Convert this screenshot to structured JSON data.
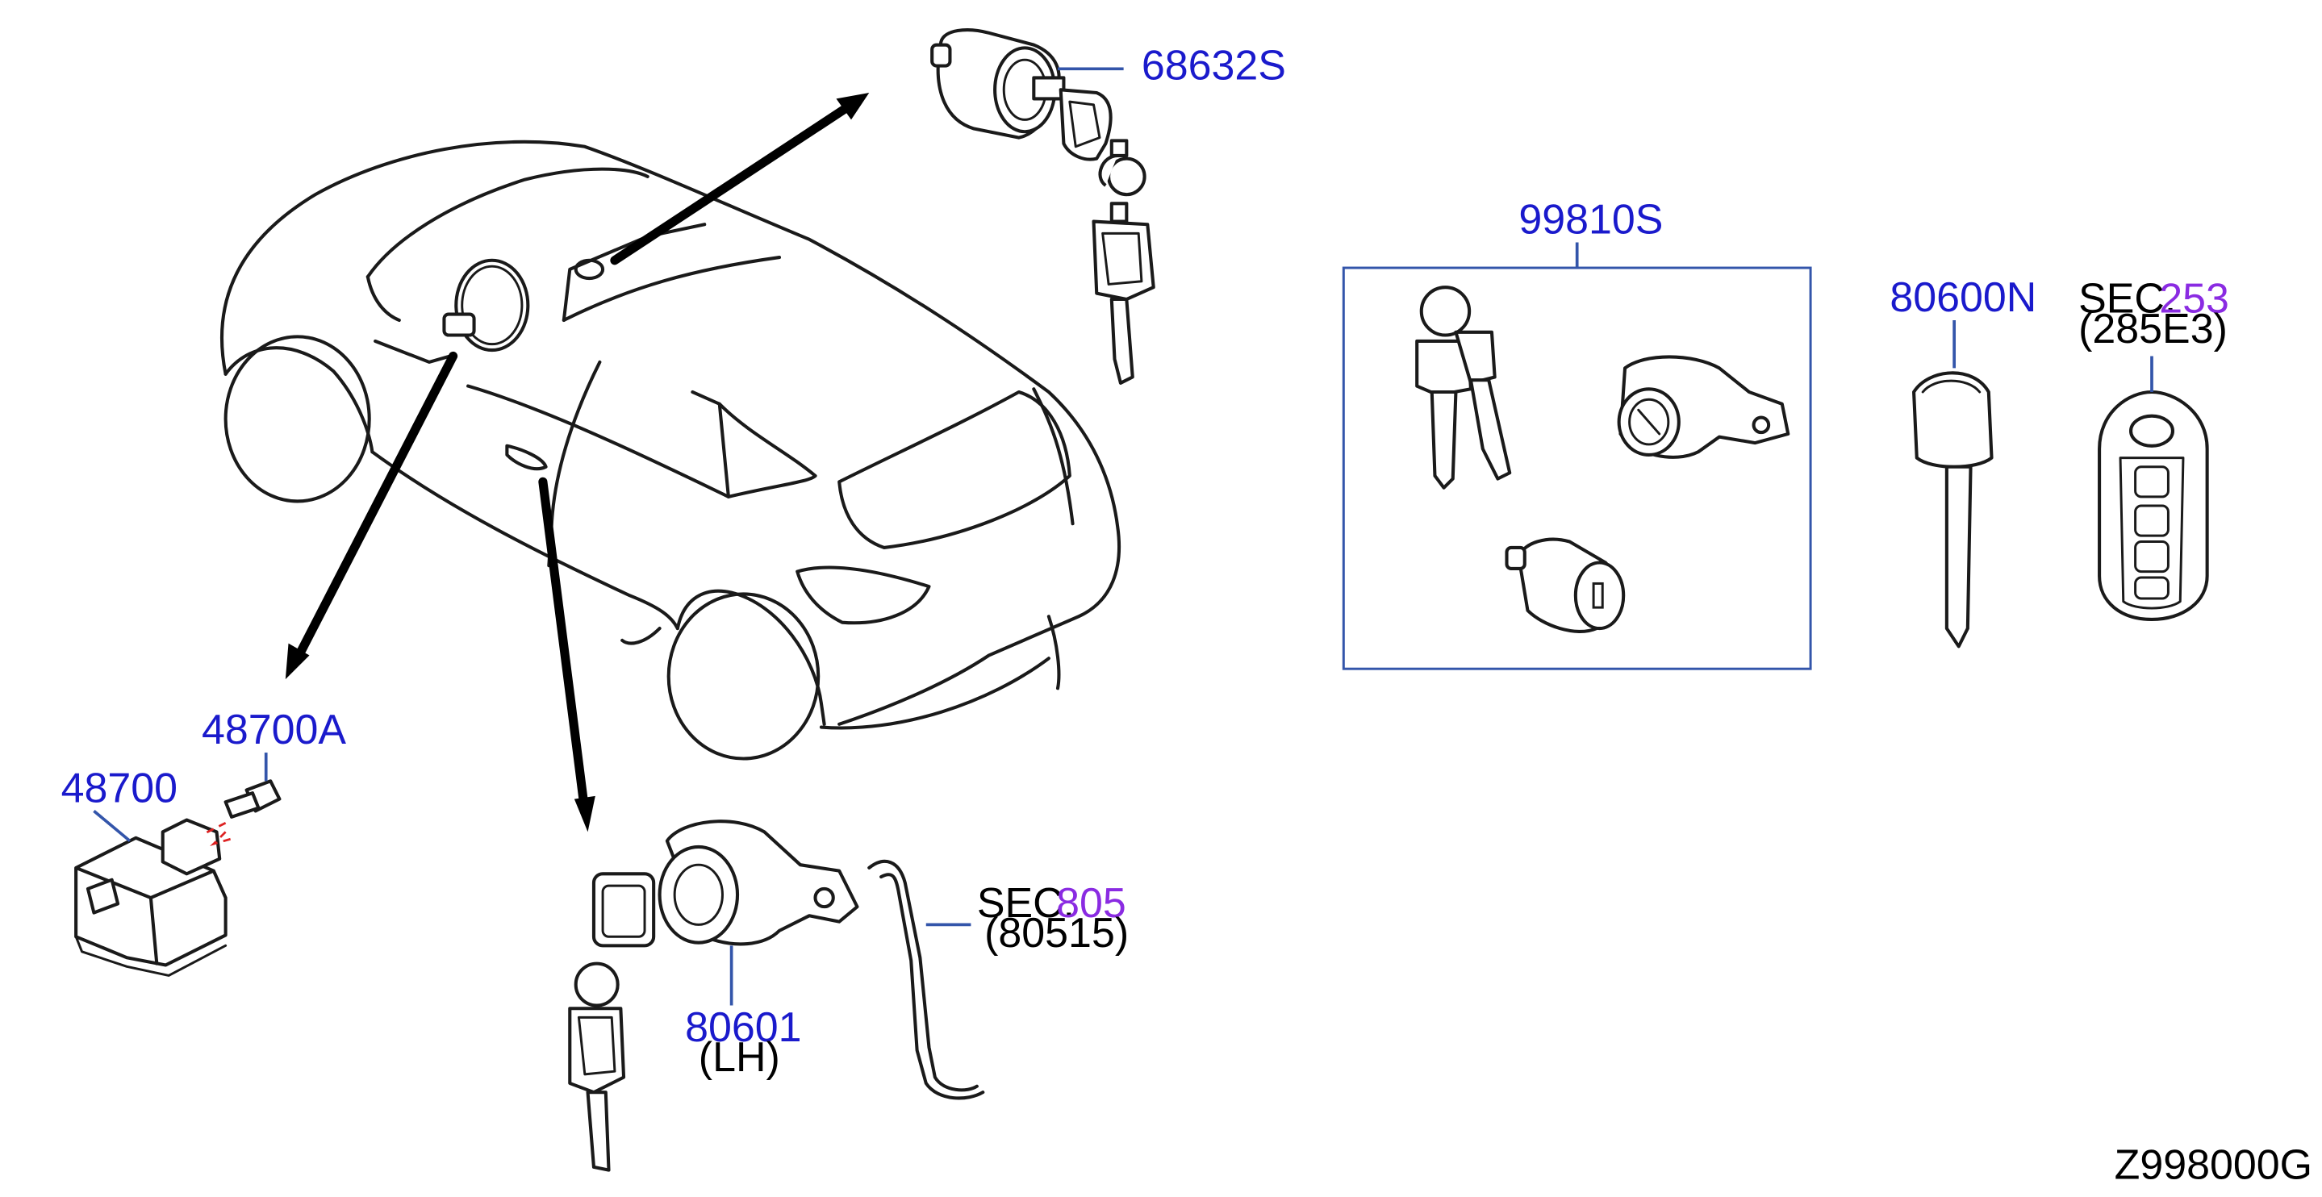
{
  "colors": {
    "part_number": "#1a1acc",
    "section_ref": "#8a2be2",
    "text": "#000000",
    "leader": "#3355aa",
    "dash": "#dd2222"
  },
  "labels": {
    "door_cylinder": "68632S",
    "key_set": "99810S",
    "blank_key": "80600N",
    "sec_253_prefix": "SEC.",
    "sec_253_number": "253",
    "sec_253_sub": "(285E3)",
    "control_unit": "48700",
    "control_unit_bolt": "48700A",
    "lh_door_lock": "80601",
    "lh_door_lock_sub": "(LH)",
    "sec_805_prefix": "SEC.",
    "sec_805_number": "805",
    "sec_805_sub": "(80515)",
    "diagram_code": "Z998000G"
  }
}
